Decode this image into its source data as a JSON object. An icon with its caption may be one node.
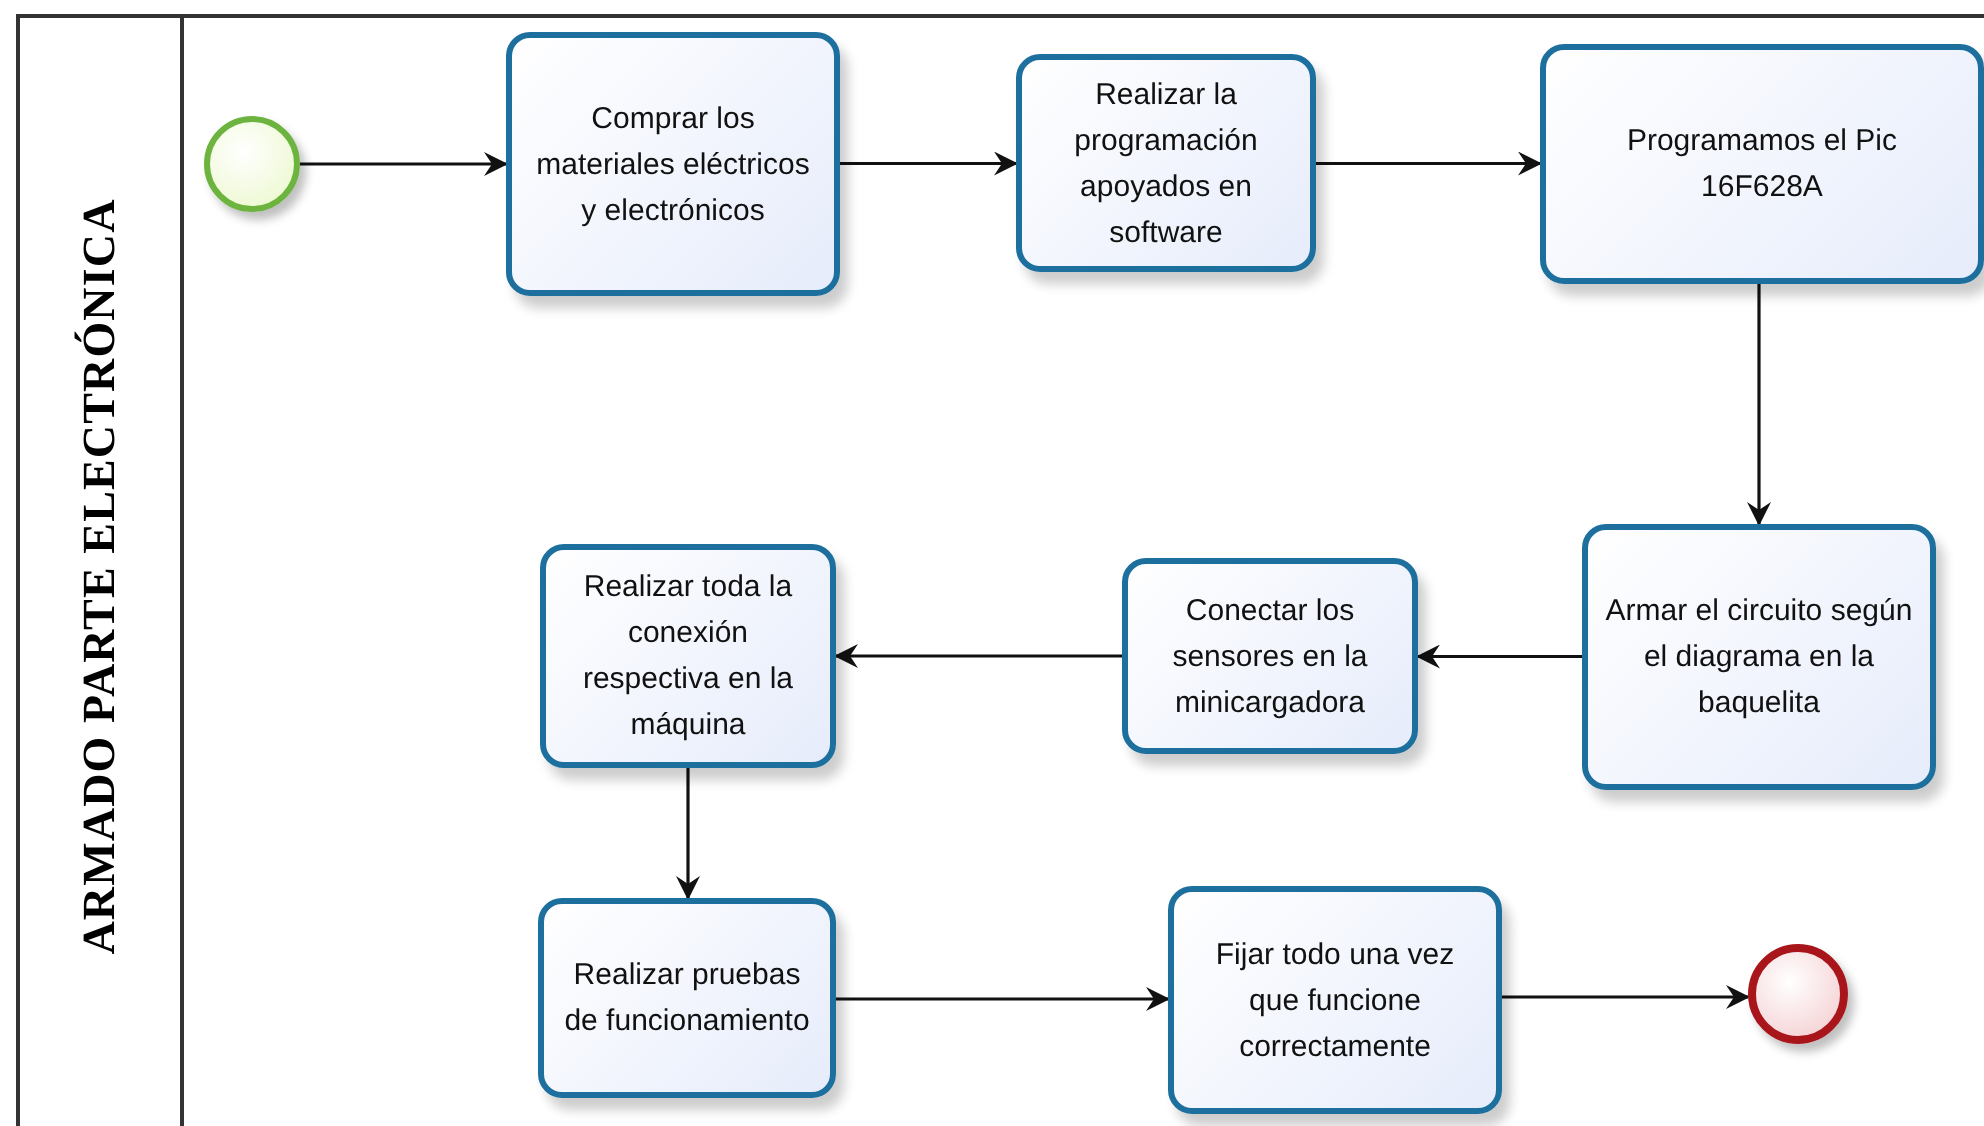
{
  "diagram": {
    "nodes": [
      {
        "text": [
          "ARMADO PARTE ELECTRÓNICA"
        ]
      },
      {
        "text": [],
        "shape": "circle",
        "in": 0
      },
      {
        "text": [
          "Comprar los materiales eléctricos y electrónicos"
        ],
        "in": 0
      },
      {
        "text": [
          "Realizar la programación apoyados en software"
        ],
        "in": 0
      },
      {
        "text": [
          "Programamos el Pic 16F628A"
        ],
        "in": 0
      },
      {
        "text": [
          "Armar el circuito según el diagrama en la baquelita"
        ],
        "in": 0
      },
      {
        "text": [
          "Conectar los sensores en la minicargadora"
        ],
        "in": 0
      },
      {
        "text": [
          "Realizar toda la conexión respectiva en la máquina"
        ],
        "in": 0
      },
      {
        "text": [
          "Realizar pruebas de funcionamiento"
        ],
        "in": 0
      },
      {
        "text": [
          "Fijar todo una vez que funcione correctamente"
        ],
        "in": 0
      },
      {
        "text": [],
        "shape": "circle",
        "in": 0
      }
    ],
    "edges": [
      {
        "from": 1,
        "to": 2,
        "arrow": "to"
      },
      {
        "from": 2,
        "to": 3,
        "arrow": "to"
      },
      {
        "from": 3,
        "to": 4,
        "arrow": "to"
      },
      {
        "from": 4,
        "to": 5,
        "arrow": "to"
      },
      {
        "from": 5,
        "to": 6,
        "arrow": "to"
      },
      {
        "from": 6,
        "to": 7,
        "arrow": "to"
      },
      {
        "from": 7,
        "to": 8,
        "arrow": "to"
      },
      {
        "from": 8,
        "to": 9,
        "arrow": "to"
      },
      {
        "from": 9,
        "to": 10,
        "arrow": "to"
      }
    ]
  }
}
